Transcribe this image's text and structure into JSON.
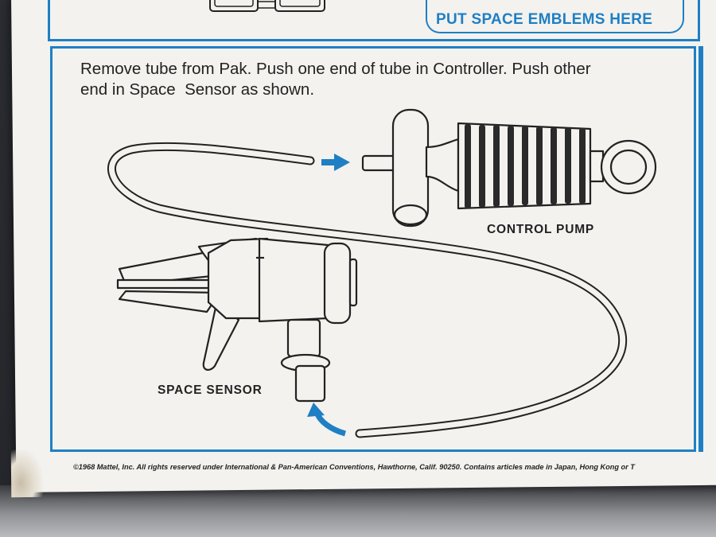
{
  "emblem": {
    "text": "PUT SPACE EMBLEMS HERE"
  },
  "instructions": {
    "line1": "Remove tube from Pak. Push one end of tube in Controller. Push other",
    "line2": "end in Space  Sensor as shown."
  },
  "labels": {
    "control_pump": "CONTROL PUMP",
    "space_sensor": "SPACE SENSOR"
  },
  "footer": {
    "copyright": "©1968 Mattel, Inc. All rights reserved under International & Pan-American Conventions, Hawthorne, Calif. 90250. Contains articles made in Japan, Hong Kong or T"
  },
  "colors": {
    "accent_blue": "#1f7fc4",
    "card": "#f3f2ef",
    "ink": "#222222"
  }
}
